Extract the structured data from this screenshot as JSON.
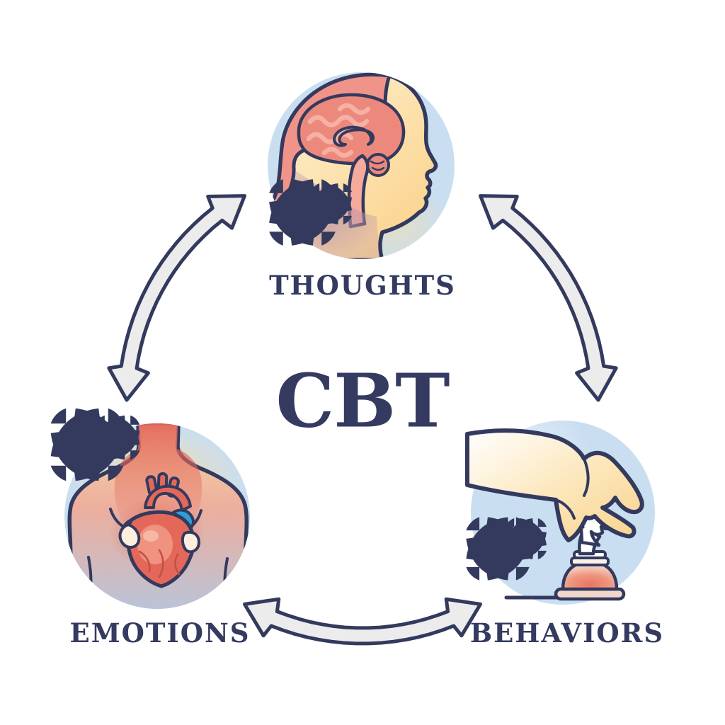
{
  "diagram": {
    "title": "CBT",
    "nodes": [
      {
        "id": "thoughts",
        "label": "THOUGHTS",
        "icon": "head-brain-icon"
      },
      {
        "id": "emotions",
        "label": "EMOTIONS",
        "icon": "chest-heart-icon"
      },
      {
        "id": "behaviors",
        "label": "BEHAVIORS",
        "icon": "hand-chess-knight-icon"
      }
    ],
    "connections": [
      {
        "from": "thoughts",
        "to": "emotions",
        "style": "curved-double-arrow"
      },
      {
        "from": "thoughts",
        "to": "behaviors",
        "style": "curved-double-arrow"
      },
      {
        "from": "emotions",
        "to": "behaviors",
        "style": "curved-double-arrow"
      }
    ],
    "colors": {
      "outline": "#333a5e",
      "text": "#343a60",
      "circle_background": "#c9def1",
      "arrow_fill": "#ececec",
      "brain_salmon": "#f0948a",
      "heart_red": "#e4685a",
      "vessel_blue": "#2ea0d8",
      "skin_yellow": "#fbd28c",
      "cream": "#fdeedd",
      "base_glow_red": "#ec7460",
      "neck_mauve": "#bf97a8"
    }
  }
}
